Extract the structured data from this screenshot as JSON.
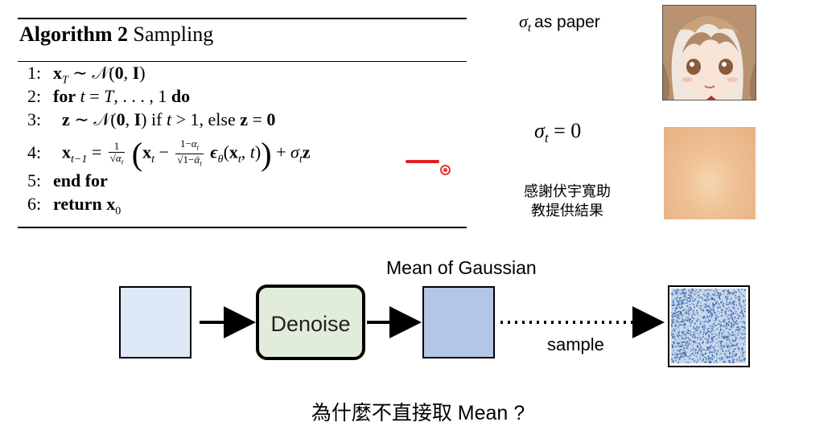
{
  "algorithm": {
    "title_bold": "Algorithm 2",
    "title_rest": "Sampling",
    "lines": [
      {
        "num": "1:"
      },
      {
        "num": "2:"
      },
      {
        "num": "3:"
      },
      {
        "num": "4:"
      },
      {
        "num": "5:"
      },
      {
        "num": "6:"
      }
    ],
    "keywords": {
      "for": "for",
      "do": "do",
      "end_for": "end for",
      "return": "return",
      "if": "if",
      "else": "else"
    },
    "highlight_color": "#e02020"
  },
  "samples": {
    "sigma_paper_label": "as paper",
    "sigma_zero_label": "= 0",
    "thanks_line1": "感謝伏宇寬助",
    "thanks_line2": "教提供結果"
  },
  "diagram": {
    "denoise_label": "Denoise",
    "mean_label": "Mean of Gaussian",
    "sample_label": "sample",
    "colors": {
      "input": "#dde9f6",
      "denoise": "#e1ecda",
      "mean": "#b4c6e7",
      "noise": "#4a78b5"
    }
  },
  "question": "為什麼不直接取 Mean ?"
}
